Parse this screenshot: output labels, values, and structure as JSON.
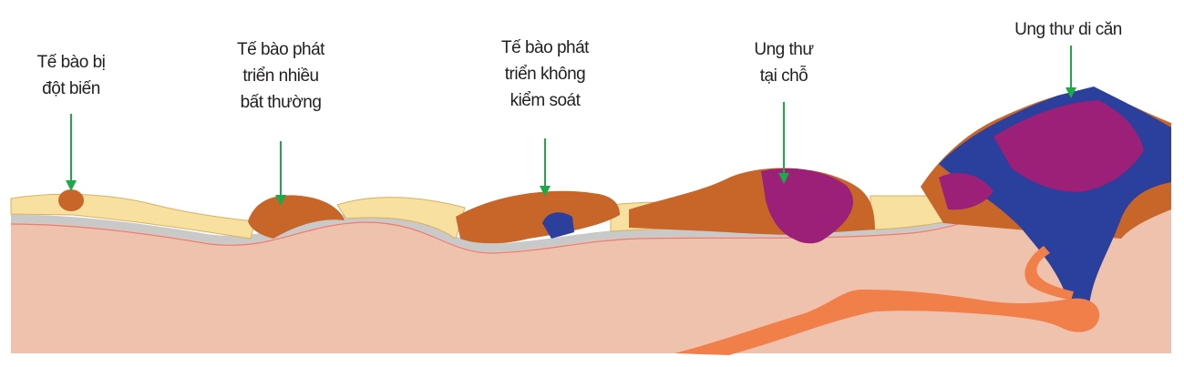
{
  "labels": [
    {
      "lines": [
        "Tế bào bị",
        "đột biến"
      ]
    },
    {
      "lines": [
        "Tế bào phát",
        "triển nhiều",
        "bất thường"
      ]
    },
    {
      "lines": [
        "Tế bào phát",
        "triển không",
        "kiểm soát"
      ]
    },
    {
      "lines": [
        "Ung thư",
        "tại chỗ"
      ]
    },
    {
      "lines": [
        "Ung thư di căn"
      ]
    }
  ],
  "colors": {
    "arrow": "#1fa84a",
    "tissue": "#efc2ad",
    "membrane": "#c9c9c9",
    "normal_cells": "#f7e0a0",
    "abnormal_cells": "#c8662a",
    "cancer": "#9c1f78",
    "metastasis": "#2b3f9c",
    "vessel": "#f07f4a"
  }
}
